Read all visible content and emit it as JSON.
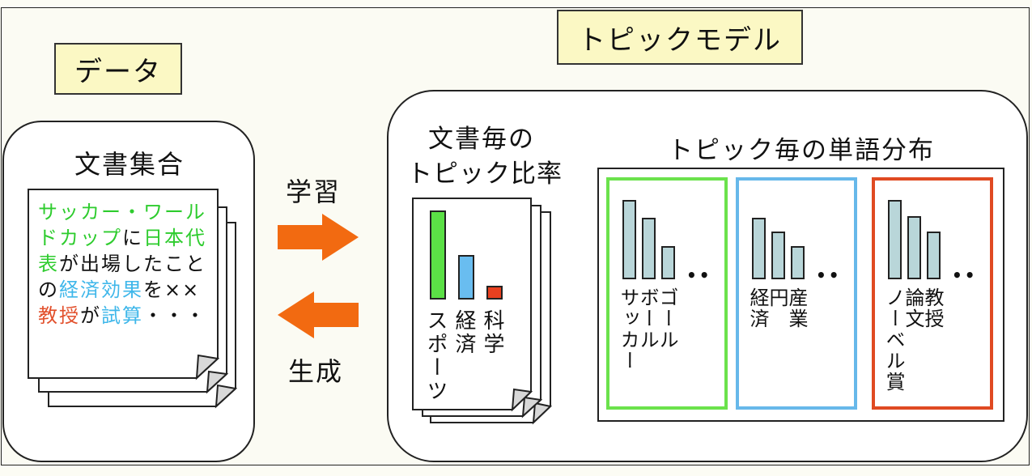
{
  "labels": {
    "data": "データ",
    "topic_model": "トピックモデル"
  },
  "corpus": {
    "title": "文書集合",
    "segments": [
      {
        "t": "サッカー・ワールドカップ",
        "c": "#2ecc2e"
      },
      {
        "t": "に",
        "c": "#111111"
      },
      {
        "t": "日本代表",
        "c": "#2ecc2e"
      },
      {
        "t": "が出場したことの",
        "c": "#111111"
      },
      {
        "t": "経済効果",
        "c": "#3fb7ea"
      },
      {
        "t": "を××",
        "c": "#111111"
      },
      {
        "t": "教授",
        "c": "#e2502c"
      },
      {
        "t": "が",
        "c": "#111111"
      },
      {
        "t": "試算",
        "c": "#3fb7ea"
      },
      {
        "t": "・・・",
        "c": "#111111"
      }
    ]
  },
  "arrows": {
    "learn": "学習",
    "generate": "生成"
  },
  "doc_topics": {
    "title_line1": "文書毎の",
    "title_line2": "トピック比率",
    "bars": [
      {
        "label": "スポーツ",
        "value": 1.0,
        "color": "#5be046"
      },
      {
        "label": "経済",
        "value": 0.5,
        "color": "#69bdf0"
      },
      {
        "label": "科学",
        "value": 0.15,
        "color": "#e9401f"
      }
    ]
  },
  "word_dist": {
    "title": "トピック毎の単語分布",
    "ellipsis": "• •",
    "topics": [
      {
        "border": "#6be24c",
        "words": [
          "サッカー",
          "ボール",
          "ゴール"
        ],
        "values": [
          1.0,
          0.78,
          0.42
        ]
      },
      {
        "border": "#67b8ea",
        "words": [
          "経済",
          "円",
          "産業"
        ],
        "values": [
          0.78,
          0.6,
          0.42
        ]
      },
      {
        "border": "#e04a22",
        "words": [
          "ノーベル賞",
          "論文",
          "教授"
        ],
        "values": [
          1.0,
          0.8,
          0.6
        ]
      }
    ]
  },
  "colors": {
    "frame_bg": "#fbfbf3",
    "label_bg": "#fbf8c4",
    "arrow": "#f26a11",
    "bar_fill": "#b9d6d9"
  }
}
